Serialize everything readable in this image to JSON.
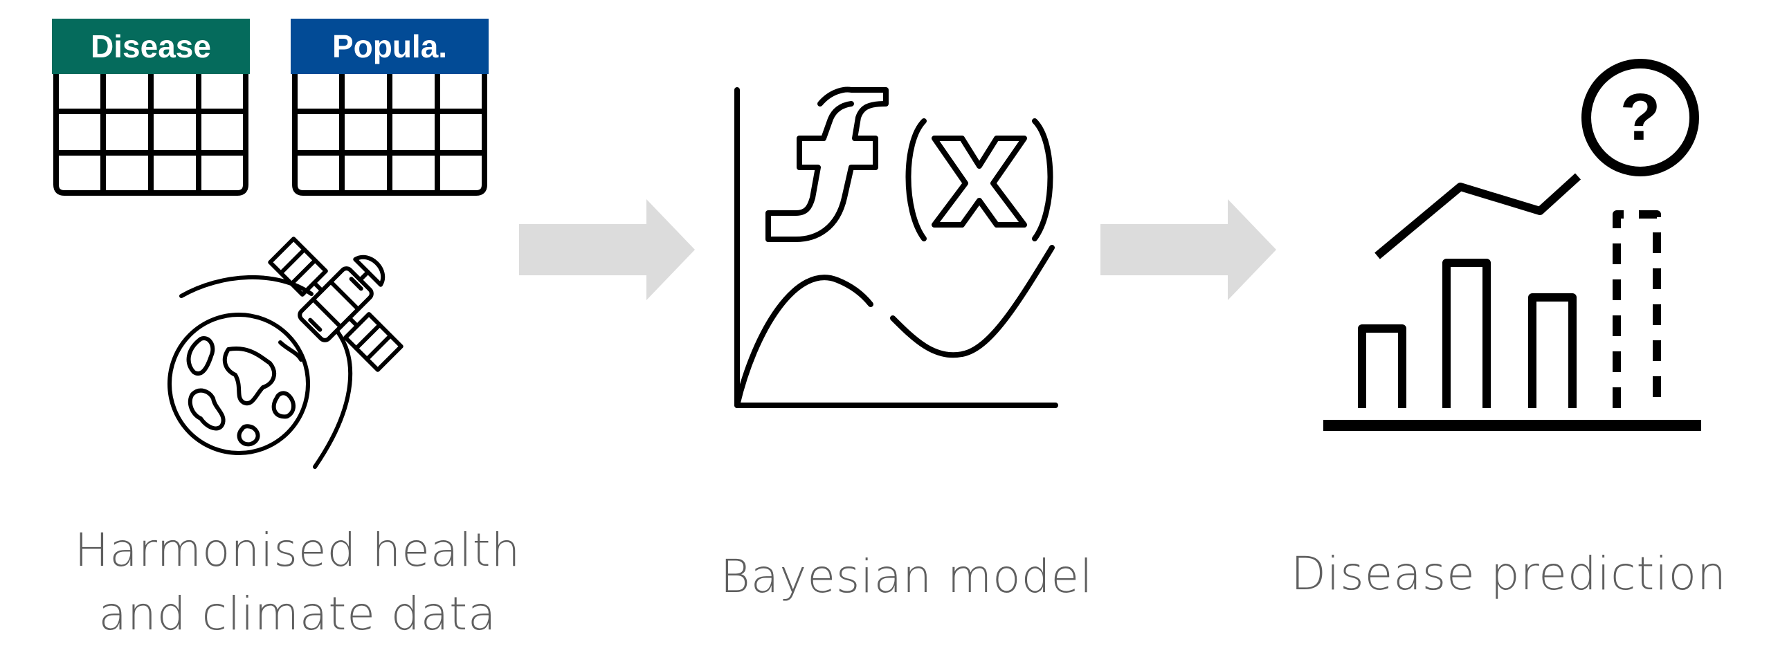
{
  "steps": [
    {
      "tables": [
        {
          "label": "Disease",
          "color": "#056b5c"
        },
        {
          "label": "Popula.",
          "color": "#024b96"
        }
      ],
      "caption_line1": "Harmonised health",
      "caption_line2": "and climate data",
      "icon": "satellite-orbiting-earth-icon"
    },
    {
      "function_label": "(x)",
      "caption": "Bayesian model",
      "icon": "function-curve-graph-icon"
    },
    {
      "question_mark": "?",
      "caption": "Disease prediction",
      "icon": "bar-chart-trend-question-icon"
    }
  ],
  "colors": {
    "arrow": "#dcdcdc",
    "caption": "#5f5f5f",
    "icon_stroke": "#000000"
  }
}
